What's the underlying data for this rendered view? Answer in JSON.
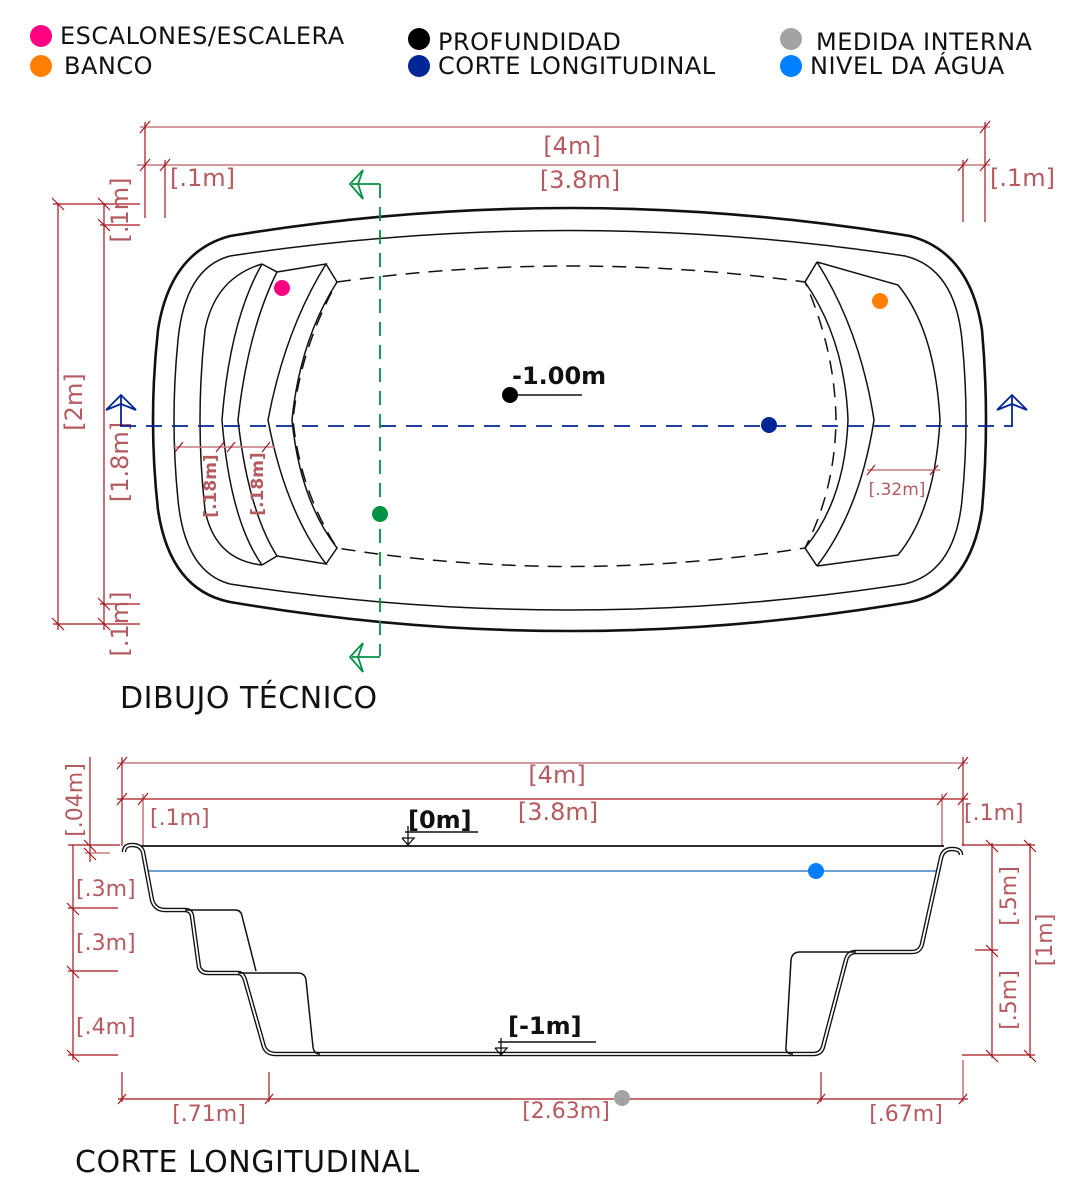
{
  "legend": [
    {
      "label": "ESCALONES/ESCALERA",
      "color": "#ff0080"
    },
    {
      "label": "BANCO",
      "color": "#ff8000"
    },
    {
      "label": "PROFUNDIDAD",
      "color": "#000000"
    },
    {
      "label": "CORTE LONGITUDINAL",
      "color": "#002695"
    },
    {
      "label": "MEDIDA INTERNA",
      "color": "#a3a3a3"
    },
    {
      "label": "NIVEL DA ÁGUA",
      "color": "#0080ff"
    }
  ],
  "colors": {
    "dimension_text": "#b55a5f",
    "dimension_line": "#a3161d",
    "section_cut_longitudinal": "#002695",
    "section_cut_transversal": "#009245",
    "water_line": "#3a7fc4",
    "outline": "#111111"
  },
  "top_view": {
    "title": "DIBUJO TÉCNICO",
    "depth_label": "-1.00m",
    "dimensions": {
      "total_length": "[4m]",
      "internal_length": "[3.8m]",
      "rim_left": "[.1m]",
      "rim_right": "[.1m]",
      "total_width": "[2m]",
      "internal_width": "[1.8m]",
      "rim_top": "[.1m]",
      "rim_bottom": "[.1m]",
      "step_1": "[.18m]",
      "step_2": "[.18m]",
      "bench": "[.32m]"
    }
  },
  "section_view": {
    "title": "CORTE LONGITUDINAL",
    "level_top": "[0m]",
    "level_bottom": "[-1m]",
    "dimensions": {
      "total_length": "[4m]",
      "internal_length": "[3.8m]",
      "rim_left": "[.1m]",
      "rim_right": "[.1m]",
      "rim_height": "[.04m]",
      "step_height_1": "[.3m]",
      "step_height_2": "[.3m]",
      "step_height_3": "[.4m]",
      "right_upper": "[.5m]",
      "right_lower": "[.5m]",
      "total_depth": "[1m]",
      "bottom_left": "[.71m]",
      "bottom_center": "[2.63m]",
      "bottom_right": "[.67m]"
    }
  }
}
